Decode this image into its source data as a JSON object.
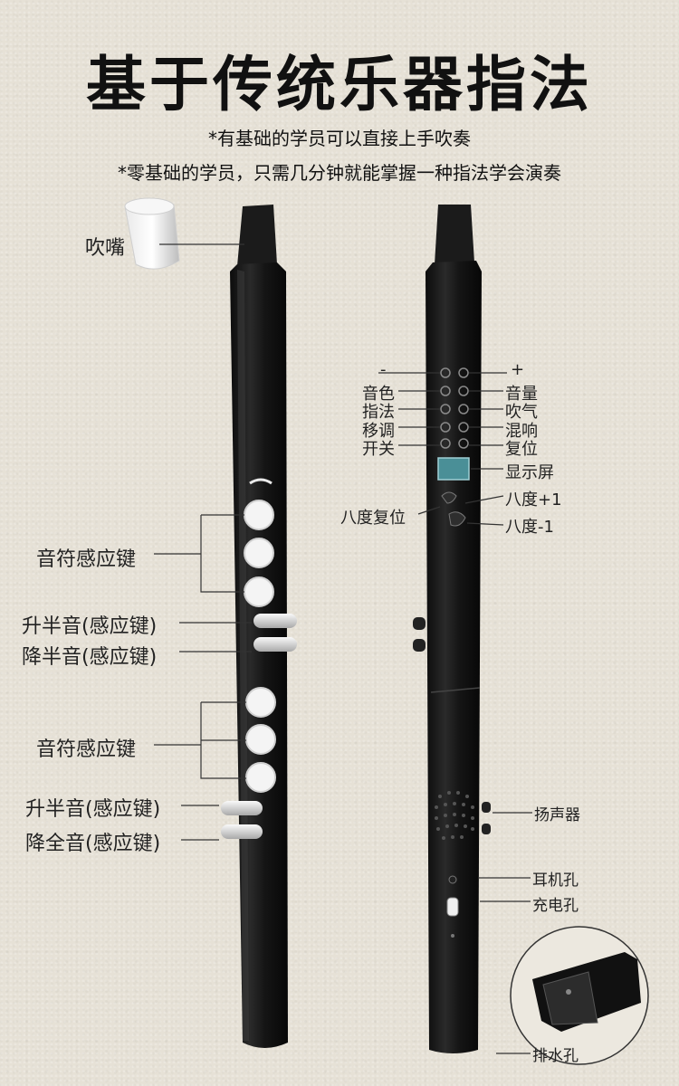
{
  "title": "基于传统乐器指法",
  "subtitles": [
    "*有基础的学员可以直接上手吹奏",
    "*零基础的学员，只需几分钟就能掌握一种指法学会演奏"
  ],
  "left_labels": {
    "mouthpiece": "吹嘴",
    "note_keys_top": "音符感应键",
    "sharp_half_top": "升半音(感应键)",
    "flat_half": "降半音(感应键)",
    "note_keys_bottom": "音符感应键",
    "sharp_half_bottom": "升半音(感应键)",
    "flat_whole": "降全音(感应键)"
  },
  "right_labels": {
    "minus": "-",
    "plus": "+",
    "tone": "音色",
    "fingering": "指法",
    "transpose": "移调",
    "power": "开关",
    "volume": "音量",
    "breath": "吹气",
    "reverb": "混响",
    "reset": "复位",
    "display": "显示屏",
    "octave_up": "八度+1",
    "octave_reset": "八度复位",
    "octave_down": "八度-1",
    "speaker": "扬声器",
    "headphone": "耳机孔",
    "charge": "充电孔",
    "drain": "排水孔"
  },
  "colors": {
    "background": "#e6e1d6",
    "body": "#151515",
    "key": "#f4f4f4",
    "display": "#4a8f97"
  }
}
